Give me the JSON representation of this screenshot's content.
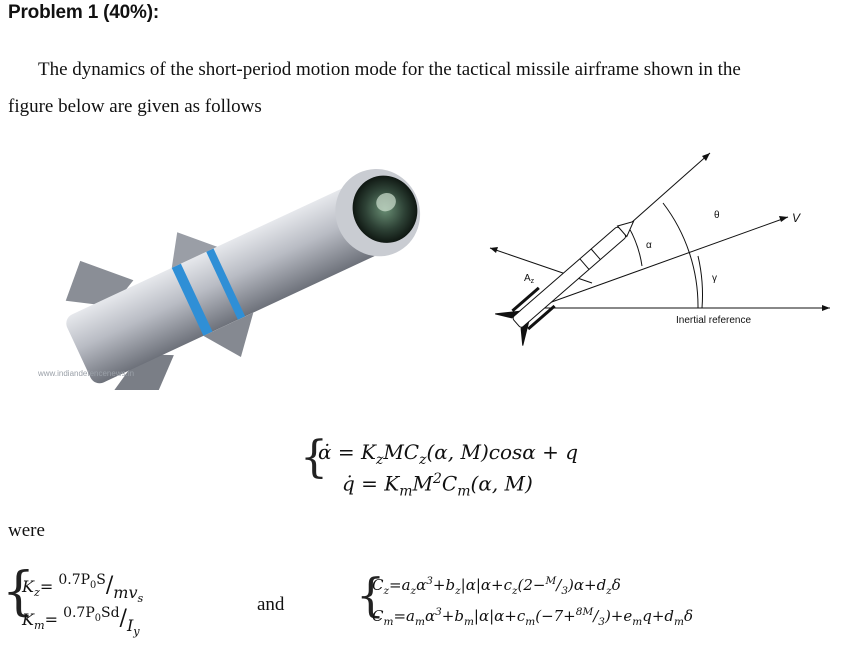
{
  "heading": "Problem 1 (40%):",
  "intro_line1": "The dynamics of the short-period motion mode for the tactical missile airframe shown in the",
  "intro_line2": "figure below are given as follows",
  "photo_watermark": "www.indiandefencenews.in",
  "diagram": {
    "label_theta": "θ",
    "label_alpha": "α",
    "label_v": "V",
    "label_gamma": "γ",
    "label_az": "A",
    "label_az_sub": "z",
    "label_inertial": "Inertial reference"
  },
  "eq1": {
    "lhs": "α̇ = ",
    "k": "K",
    "k_sub": "z",
    "mid": "MC",
    "c_sub": "z",
    "args": "(α, M)cosα + q"
  },
  "eq2": {
    "lhs": "q̇ = ",
    "k": "K",
    "k_sub": "m",
    "m": "M",
    "m_sup": "2",
    "c": "C",
    "c_sub": "m",
    "args": "(α, M)"
  },
  "were_label": "were",
  "and_label": "and",
  "kz": {
    "name": "K",
    "sub": "z",
    "eq": "= ",
    "num": "0.7P",
    "num_sub": "0",
    "num_tail": "S",
    "den": "mv",
    "den_sub": "s"
  },
  "km": {
    "name": "K",
    "sub": "m",
    "eq": "= ",
    "num": "0.7P",
    "num_sub": "0",
    "num_tail": "Sd",
    "den": "I",
    "den_sub": "y"
  },
  "cz": {
    "name": "C",
    "sub": "z",
    "p1": "=a",
    "p1_sub": "z",
    "p2": "α",
    "p2_sup": "3",
    "p3": "+b",
    "p3_sub": "z",
    "p4": "|α|α+c",
    "p4_sub": "z",
    "p5": "(2−",
    "frac_num": "M",
    "frac_den": "3",
    "p6": ")α+d",
    "p6_sub": "z",
    "p7": "δ"
  },
  "cm": {
    "name": "C",
    "sub": "m",
    "p1": "=a",
    "p1_sub": "m",
    "p2": "α",
    "p2_sup": "3",
    "p3": "+b",
    "p3_sub": "m",
    "p4": "|α|α+c",
    "p4_sub": "m",
    "p5": "(−7+",
    "frac_num": "8M",
    "frac_den": "3",
    "p6": ")+e",
    "p6_sub": "m",
    "p7": "q+d",
    "p7_sub": "m",
    "p8": "δ"
  },
  "colors": {
    "missile_body": "#b9bcc4",
    "missile_band": "#2f8fd6",
    "seeker": "#1f2a22",
    "ink": "#111111"
  }
}
